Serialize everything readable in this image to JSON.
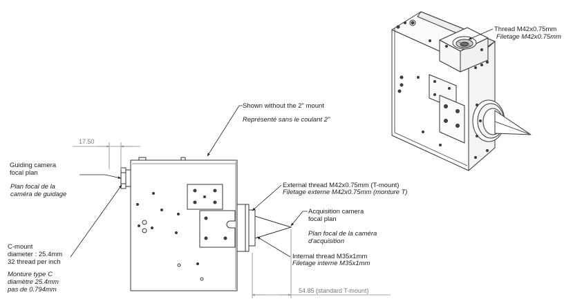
{
  "dimensions": {
    "offset": "17.50",
    "tmount": "54.85 (standard T-mount)"
  },
  "labels": {
    "iso_thread_en": "Thread M42x0.75mm",
    "iso_thread_fr": "Filetage M42x0.75mm",
    "mount_en": "Shown without the 2\" mount",
    "mount_fr": "Représenté sans le coulant 2\"",
    "guiding_en_1": "Guiding camera",
    "guiding_en_2": "focal plan",
    "guiding_fr_1": "Plan focal de la",
    "guiding_fr_2": "caméra de guidage",
    "ext_thread_en": "External thread M42x0.75mm (T-mount)",
    "ext_thread_fr": "Filetage externe M42x0.75mm (monture T)",
    "acq_en_1": "Acquisition camera",
    "acq_en_2": "focal plan",
    "acq_fr_1": "Plan focal de la caméra",
    "acq_fr_2": "d'acquisition",
    "cmount_1": "C-mount",
    "cmount_2": "diameter : 25.4mm",
    "cmount_3": "32 thread per inch",
    "cmount_fr_1": "Monture type C",
    "cmount_fr_2": "diamètre 25.4mm",
    "cmount_fr_3": "pas de 0.794mm",
    "int_thread_en": "Internal thread M35x1mm",
    "int_thread_fr": "Filetage interne M35x1mm"
  }
}
